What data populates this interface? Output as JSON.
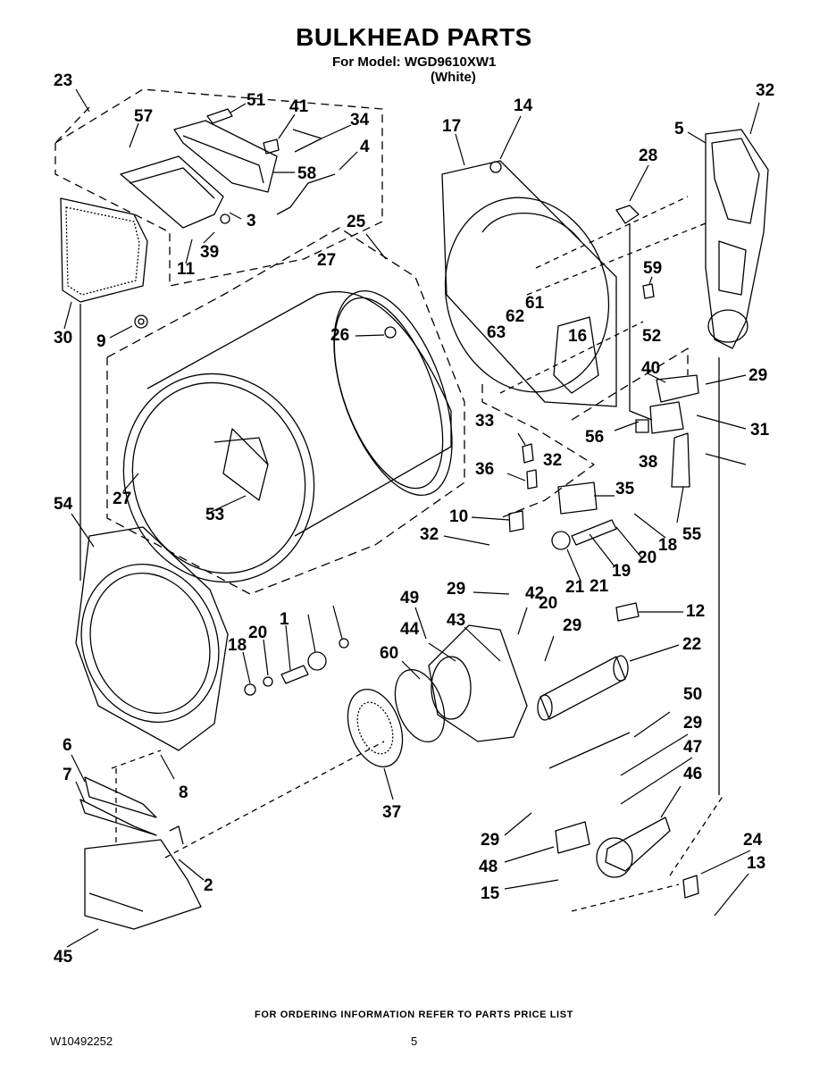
{
  "header": {
    "title": "BULKHEAD PARTS",
    "model_line": "For Model: WGD9610XW1",
    "color_line": "(White)"
  },
  "footer": {
    "ordering_note": "FOR ORDERING INFORMATION REFER TO PARTS PRICE LIST",
    "document_number": "W10492252",
    "page_number": "5"
  },
  "callouts": [
    "23",
    "51",
    "41",
    "34",
    "57",
    "4",
    "58",
    "3",
    "39",
    "11",
    "30",
    "9",
    "25",
    "27",
    "26",
    "17",
    "14",
    "5",
    "32",
    "28",
    "59",
    "61",
    "62",
    "63",
    "16",
    "52",
    "40",
    "29",
    "31",
    "56",
    "38",
    "33",
    "36",
    "32",
    "35",
    "10",
    "32",
    "20",
    "18",
    "55",
    "19",
    "21",
    "54",
    "27",
    "53",
    "20",
    "21",
    "18",
    "1",
    "20",
    "49",
    "29",
    "42",
    "44",
    "43",
    "60",
    "29",
    "22",
    "12",
    "37",
    "50",
    "29",
    "47",
    "46",
    "6",
    "7",
    "8",
    "2",
    "45",
    "29",
    "48",
    "15",
    "24",
    "13"
  ]
}
